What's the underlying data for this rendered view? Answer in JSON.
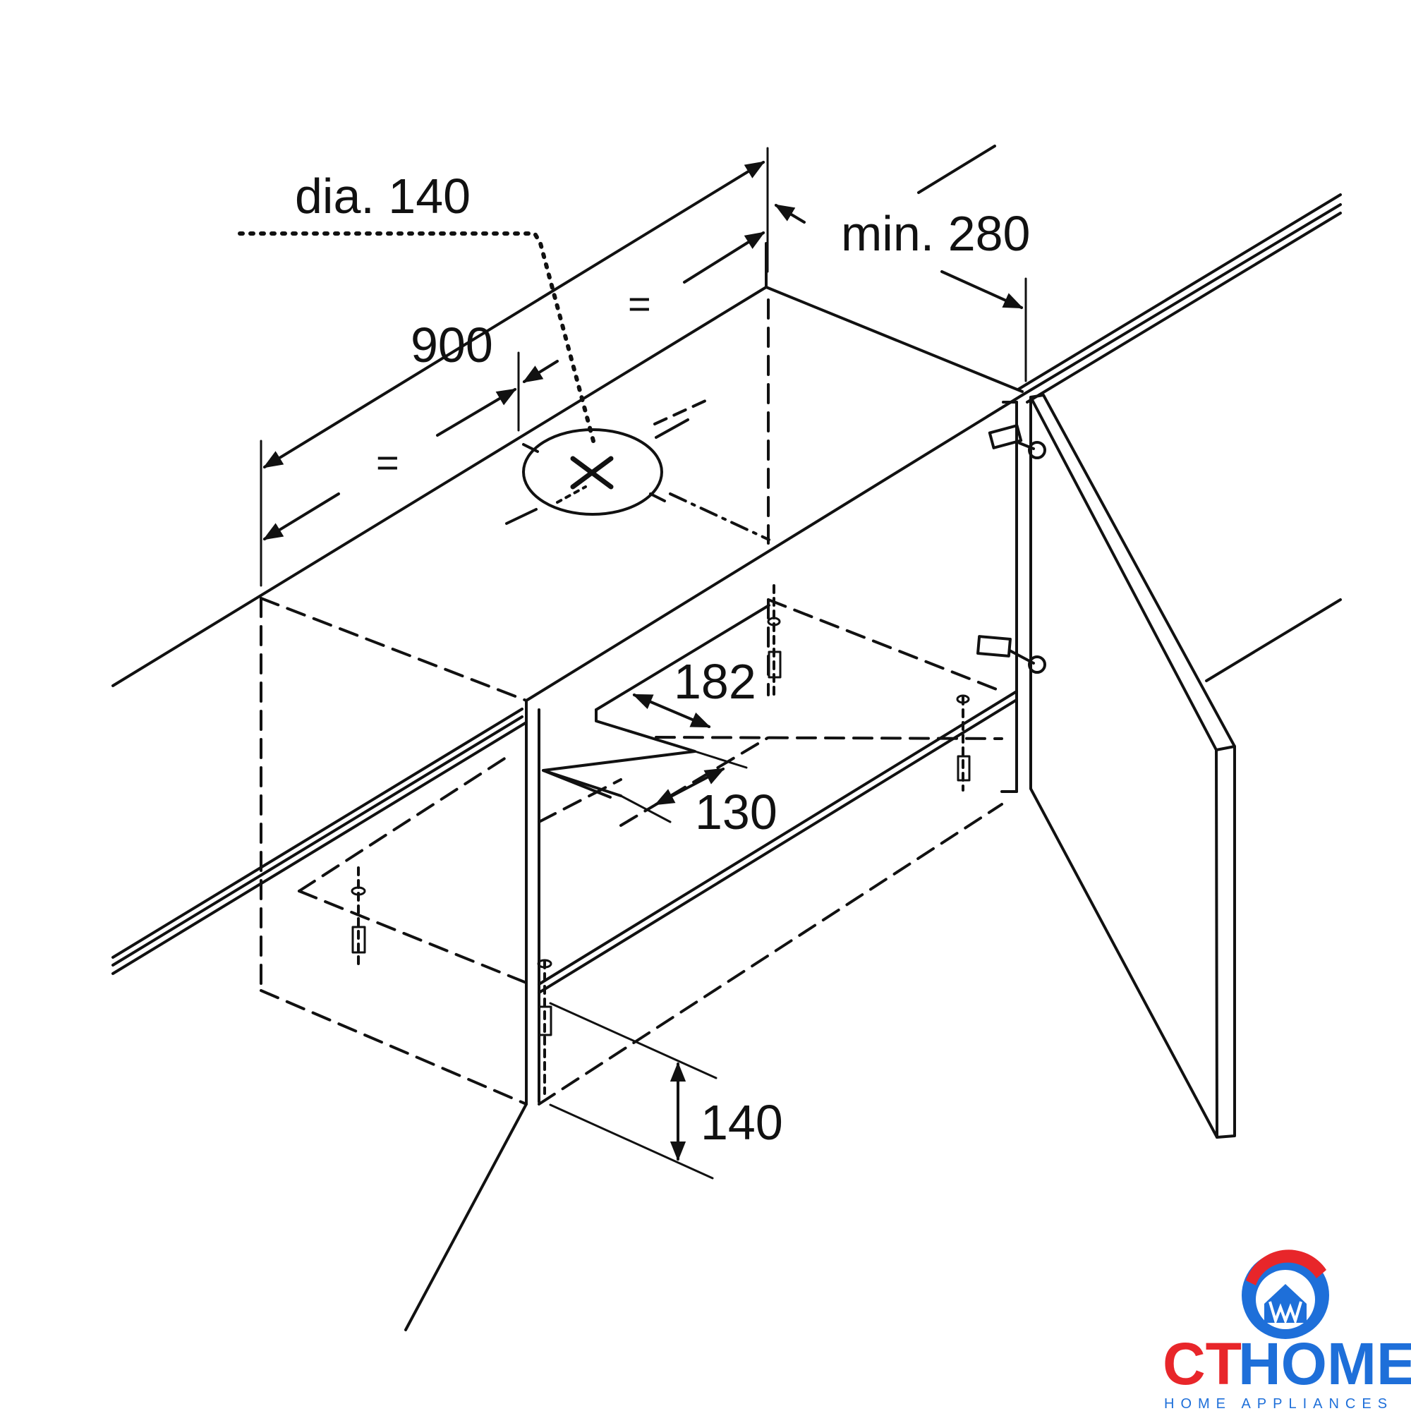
{
  "diagram": {
    "labels": {
      "dia": "dia. 140",
      "min_clearance": "min. 280",
      "width": "900",
      "equal_left": "=",
      "equal_right": "=",
      "cutout_depth": "182",
      "cutout_offset": "130",
      "height": "140"
    }
  },
  "brand": {
    "name_part1": "CT",
    "name_part2": "HOME",
    "tagline": "HOME APPLIANCES",
    "colors": {
      "red": "#e8262a",
      "blue": "#1e6fd9"
    },
    "logo_icon": "house-w-icon"
  }
}
